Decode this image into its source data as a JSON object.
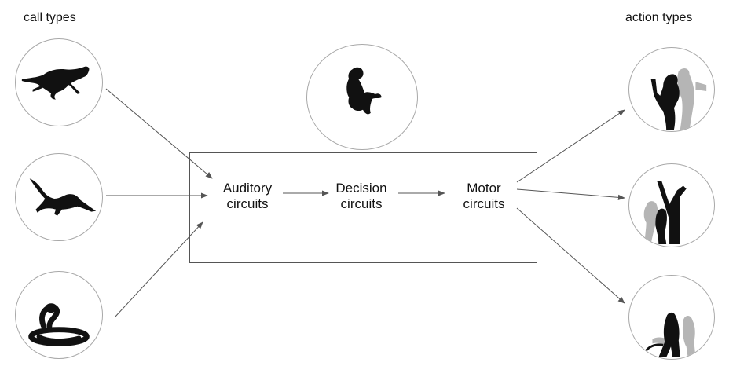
{
  "headings": {
    "left": "call types",
    "right": "action types"
  },
  "stages": [
    {
      "line1": "Auditory",
      "line2": "circuits"
    },
    {
      "line1": "Decision",
      "line2": "circuits"
    },
    {
      "line1": "Motor",
      "line2": "circuits"
    }
  ],
  "icons": {
    "calls": [
      "cheetah-icon",
      "eagle-icon",
      "snake-icon"
    ],
    "center": "monkey-with-infant-icon",
    "actions": [
      "monkeys-climb-tree-icon",
      "monkeys-in-tree-icon",
      "monkeys-stand-upright-icon"
    ]
  },
  "colors": {
    "silhouette": "#111111",
    "shadow_silhouette": "#b5b5b5",
    "arrow": "#555555",
    "circle_border": "#a8a8a8"
  }
}
